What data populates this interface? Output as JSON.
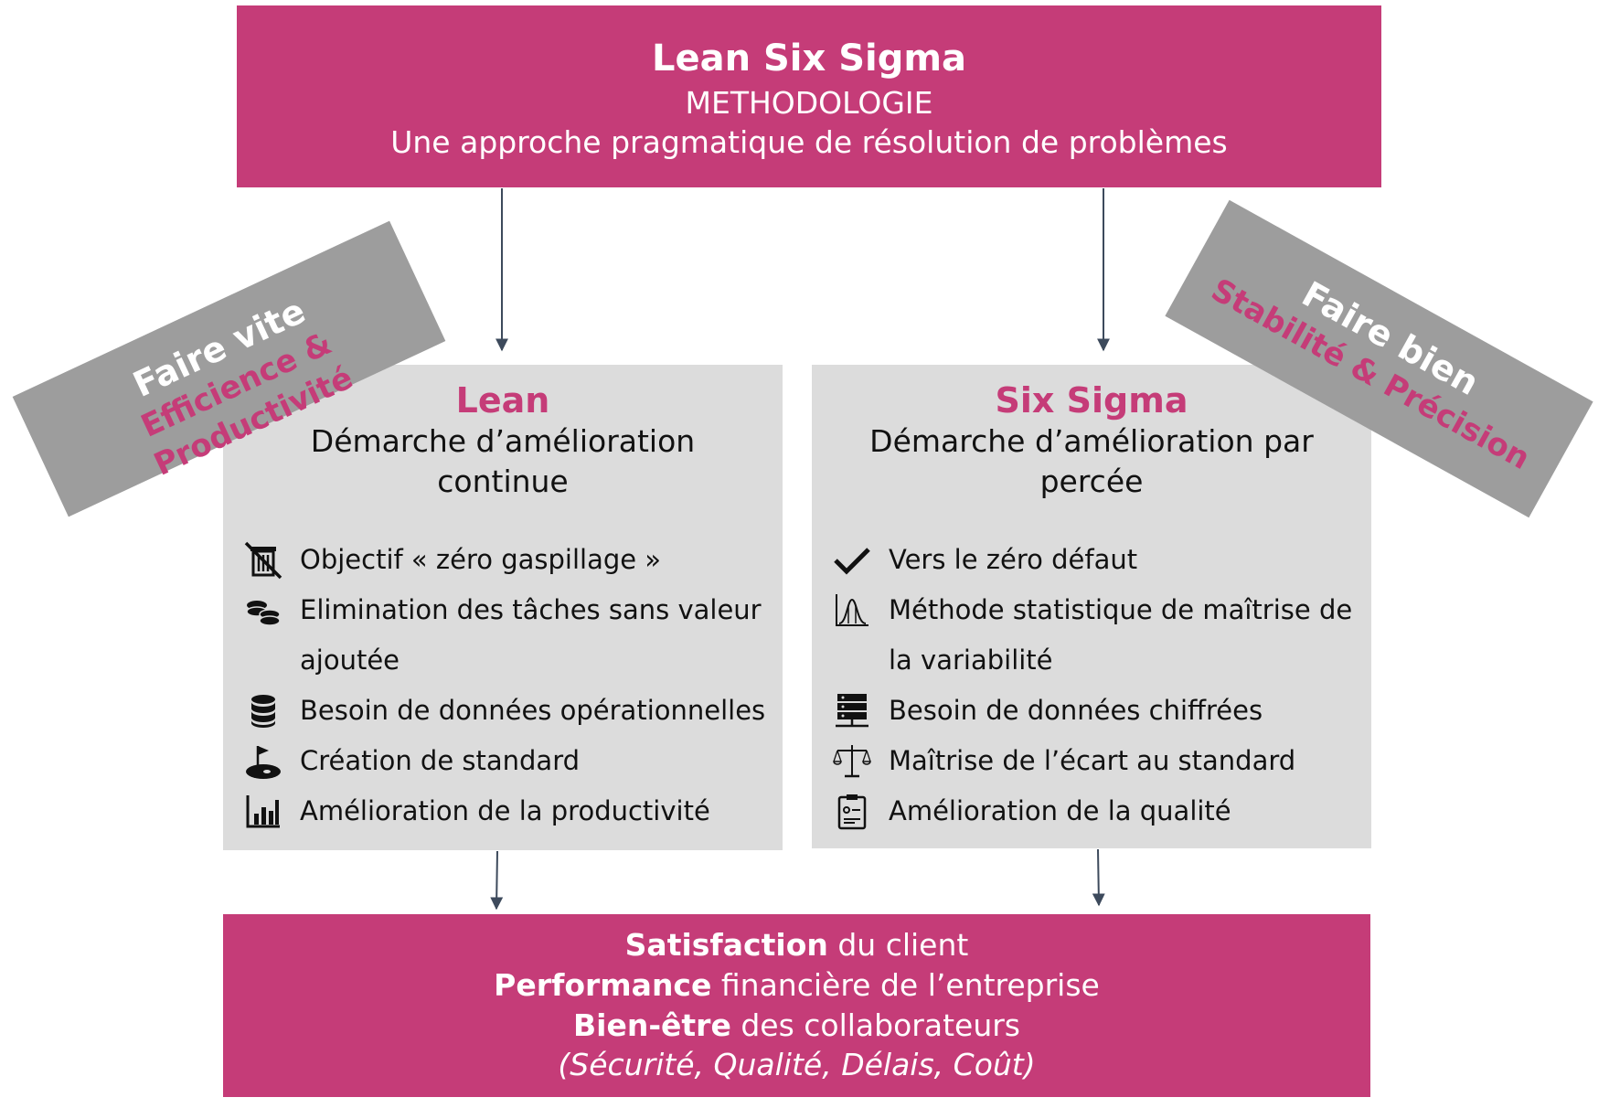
{
  "header": {
    "title": "Lean Six Sigma",
    "subtitle": "METHODOLOGIE",
    "tagline": "Une approche pragmatique de résolution de problèmes"
  },
  "left_banner": {
    "line1": "Faire vite",
    "line2": "Efficience & Productivité"
  },
  "right_banner": {
    "line1": "Faire bien",
    "line2": "Stabilité & Précision"
  },
  "lean": {
    "title": "Lean",
    "description": "Démarche d’amélioration continue",
    "items": [
      {
        "icon": "no-trash-icon",
        "text": "Objectif « zéro gaspillage »"
      },
      {
        "icon": "coins-icon",
        "text": "Elimination des tâches sans valeur ajoutée"
      },
      {
        "icon": "database-icon",
        "text": "Besoin de données opérationnelles"
      },
      {
        "icon": "golf-flag-icon",
        "text": "Création de standard"
      },
      {
        "icon": "bar-chart-icon",
        "text": "Amélioration de la productivité"
      }
    ]
  },
  "six_sigma": {
    "title": "Six Sigma",
    "description": "Démarche d’amélioration par percée",
    "items": [
      {
        "icon": "checkmark-icon",
        "text": "Vers le zéro défaut"
      },
      {
        "icon": "bell-curve-icon",
        "text": "Méthode statistique de maîtrise de la variabilité"
      },
      {
        "icon": "server-icon",
        "text": "Besoin de données chiffrées"
      },
      {
        "icon": "scale-icon",
        "text": "Maîtrise de l’écart au standard"
      },
      {
        "icon": "clipboard-icon",
        "text": "Amélioration de la qualité"
      }
    ]
  },
  "outcomes": {
    "line1_bold": "Satisfaction",
    "line1_rest": " du client",
    "line2_bold": "Performance",
    "line2_rest": " financière de l’entreprise",
    "line3_bold": "Bien-être",
    "line3_rest": " des collaborateurs",
    "line4": "(Sécurité, Qualité, Délais, Coût)"
  },
  "colors": {
    "accent": "#c53c78",
    "panel": "#dcdcdc",
    "banner": "#9d9d9d",
    "arrow": "#3d4a5c"
  }
}
